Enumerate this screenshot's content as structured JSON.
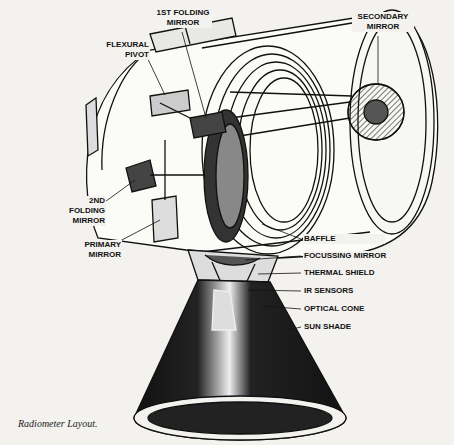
{
  "diagram": {
    "caption": "Radiometer Layout.",
    "labels": [
      "1ST FOLDING MIRROR",
      "SECONDARY MIRROR",
      "FLEXURAL PIVOT",
      "2ND FOLDING MIRROR",
      "PRIMARY MIRROR",
      "BAFFLE",
      "FOCUSSING MIRROR",
      "THERMAL SHIELD",
      "IR SENSORS",
      "OPTICAL CONE",
      "SUN SHADE"
    ]
  }
}
